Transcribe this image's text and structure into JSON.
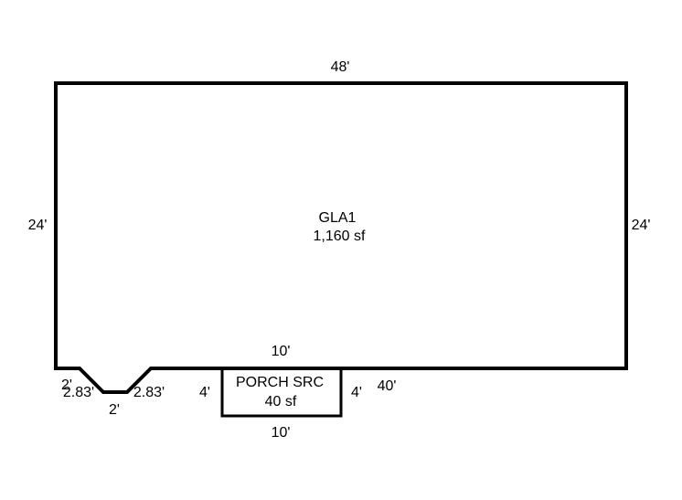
{
  "colors": {
    "background": "#ffffff",
    "line": "#000000"
  },
  "areas": {
    "gla": {
      "name": "GLA1",
      "area": "1,160 sf"
    },
    "porch": {
      "name": "PORCH SRC",
      "area": "40 sf"
    }
  },
  "dimensions": {
    "top": "48'",
    "left": "24'",
    "right": "24'",
    "bottom_right": "40'",
    "notch_depth": "2'",
    "notch_left_diagonal": "2.83'",
    "notch_bottom": "2'",
    "notch_right_diagonal": "2.83'",
    "porch_top": "10'",
    "porch_bottom": "10'",
    "porch_left": "4'",
    "porch_right": "4'"
  }
}
